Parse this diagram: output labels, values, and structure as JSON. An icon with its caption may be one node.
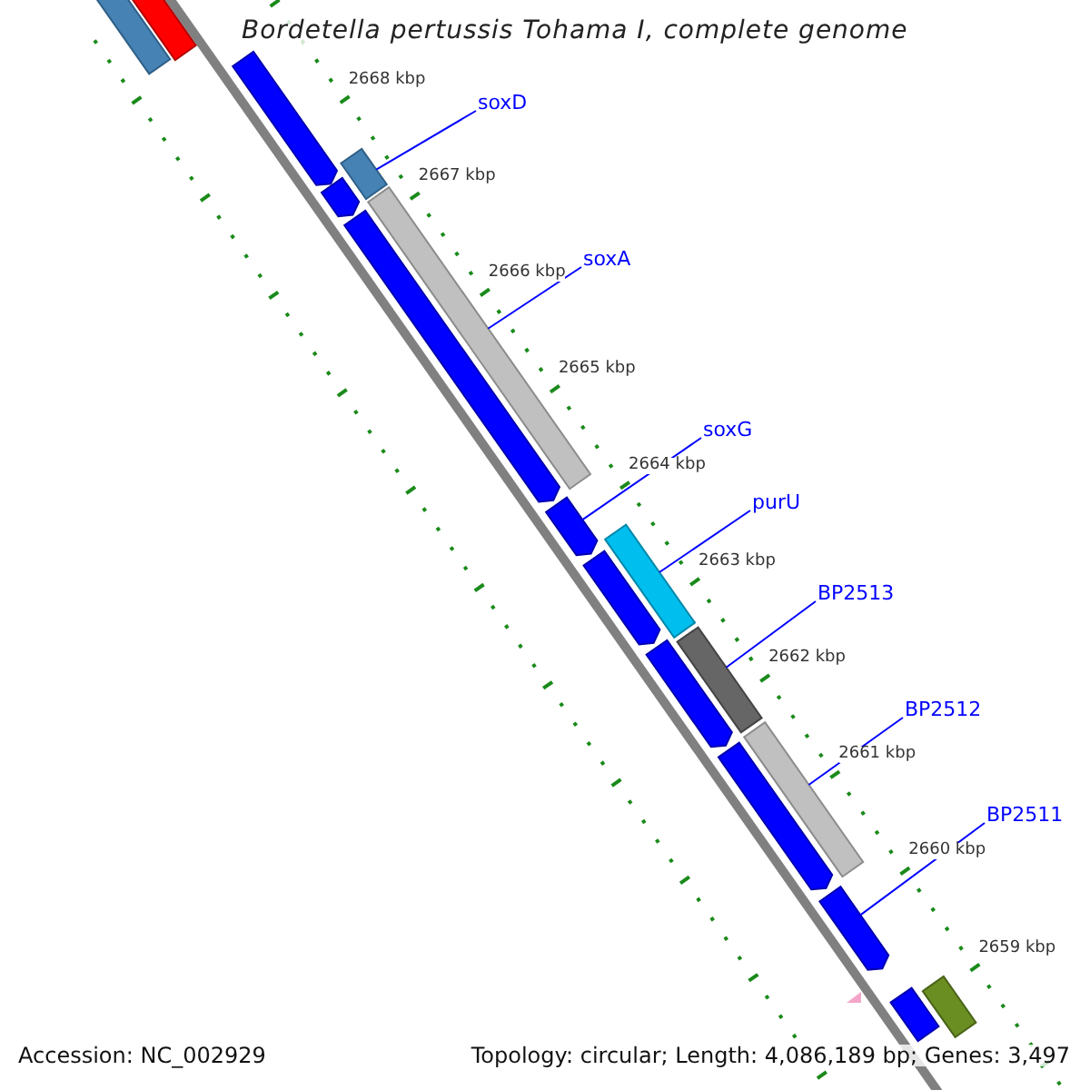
{
  "diagram": {
    "title": "Bordetella pertussis Tohama I, complete genome",
    "nodes": [
      {
        "text": [],
        "shape": "bar"
      },
      {
        "text": [],
        "shape": "bar"
      },
      {
        "text": [],
        "shape": "bar"
      },
      {
        "text": [],
        "shape": "bar"
      },
      {
        "text": [],
        "shape": "bar"
      },
      {
        "text": [],
        "shape": "bar"
      },
      {
        "text": [],
        "shape": "bar"
      },
      {
        "text": [],
        "shape": "bar"
      },
      {
        "text": [],
        "shape": "bar"
      },
      {
        "text": [],
        "shape": "bar"
      },
      {
        "text": [],
        "shape": "bar"
      },
      {
        "text": [],
        "shape": "bar"
      },
      {
        "text": [],
        "shape": "bar"
      },
      {
        "text": [],
        "shape": "bar"
      },
      {
        "text": [],
        "shape": "bar"
      },
      {
        "text": [],
        "shape": "bar"
      },
      {
        "text": [],
        "shape": "bar"
      },
      {
        "text": [
          "soxD"
        ]
      },
      {
        "text": [
          "soxA"
        ]
      },
      {
        "text": [
          "soxG"
        ]
      },
      {
        "text": [
          "purU"
        ]
      },
      {
        "text": [
          "BP2513"
        ]
      },
      {
        "text": [
          "BP2512"
        ]
      },
      {
        "text": [
          "BP2511"
        ]
      }
    ],
    "edges": [
      {
        "from": 17,
        "to": 3,
        "arrow": "none"
      },
      {
        "from": 18,
        "to": 5,
        "arrow": "none"
      },
      {
        "from": 19,
        "to": 7,
        "arrow": "none"
      },
      {
        "from": 20,
        "to": 8,
        "arrow": "none"
      },
      {
        "from": 21,
        "to": 10,
        "arrow": "none"
      },
      {
        "from": 22,
        "to": 12,
        "arrow": "none"
      },
      {
        "from": 23,
        "to": 14,
        "arrow": "none"
      }
    ],
    "labels": [
      "2668 kbp",
      "2667 kbp",
      "2666 kbp",
      "2665 kbp",
      "2664 kbp",
      "2663 kbp",
      "2662 kbp",
      "2661 kbp",
      "2660 kbp",
      "2659 kbp",
      "Accession: NC_002929",
      "Topology: circular; Length: 4,086,189 bp; Genes: 3,497"
    ]
  }
}
